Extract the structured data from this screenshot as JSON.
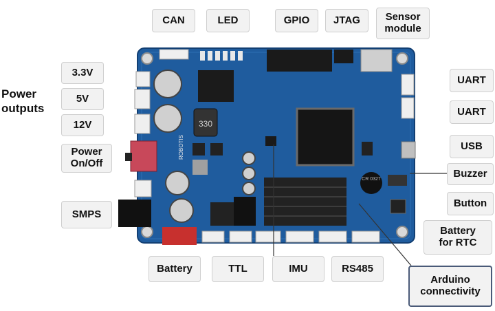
{
  "labels": {
    "can": "CAN",
    "led": "LED",
    "gpio": "GPIO",
    "jtag": "JTAG",
    "sensor_module": "Sensor\nmodule",
    "v33": "3.3V",
    "v5": "5V",
    "v12": "12V",
    "power_onoff": "Power\nOn/Off",
    "smps": "SMPS",
    "uart1": "UART",
    "uart2": "UART",
    "usb": "USB",
    "buzzer": "Buzzer",
    "button": "Button",
    "battery_rtc": "Battery\nfor RTC",
    "battery": "Battery",
    "ttl": "TTL",
    "imu": "IMU",
    "rs485": "RS485",
    "arduino": "Arduino\nconnectivity"
  },
  "power_outputs_title": "Power\noutputs",
  "board_silkscreen": {
    "inductor": "330",
    "brand": "ROBOTIS",
    "battery_cell": "CR\n0327"
  },
  "colors": {
    "board": "#1f5c9e",
    "label_bg": "#f2f2f2",
    "label_border": "#cfcfcf",
    "leader_line": "#333333"
  }
}
